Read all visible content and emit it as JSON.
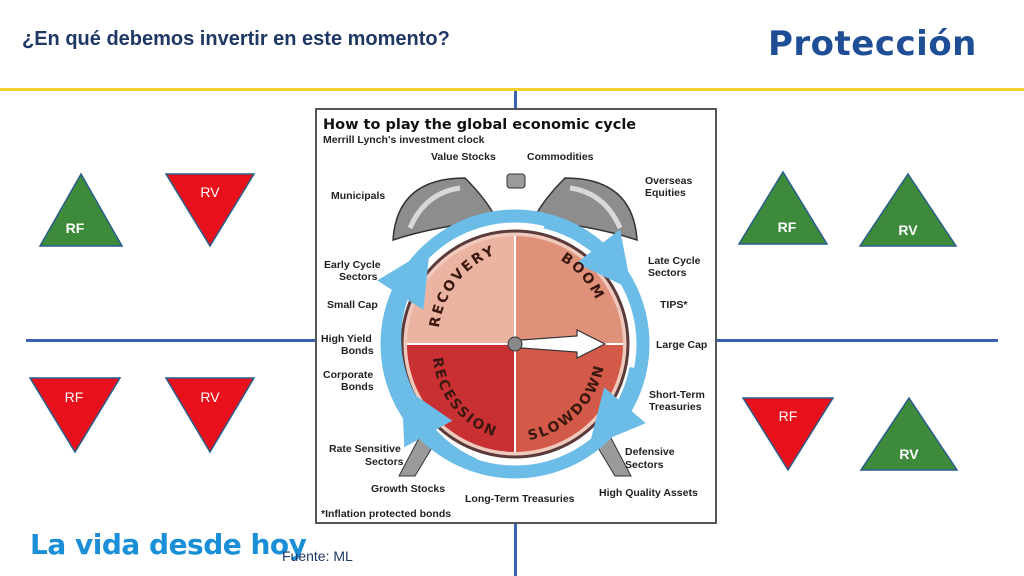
{
  "header": {
    "title": "¿En qué debemos invertir en este momento?",
    "logo_text": "Protección"
  },
  "quadrants": {
    "top_left": {
      "rf": "RF",
      "rv": "RV"
    },
    "top_right": {
      "rf": "RF",
      "rv": "RV"
    },
    "bottom_left": {
      "rf": "RF",
      "rv": "RV"
    },
    "bottom_right": {
      "rf": "RF",
      "rv": "RV"
    }
  },
  "colors": {
    "up_triangle": "#3d8a3a",
    "down_triangle": "#e8111b",
    "axis": "#3a62b3",
    "rule": "#f2d12b",
    "title": "#1f3864",
    "tagline": "#1a8fd8"
  },
  "figure": {
    "title": "How to play the global economic cycle",
    "subtitle": "Merrill Lynch's investment clock",
    "quadrants": {
      "recovery": "RECOVERY",
      "boom": "BOOM",
      "slowdown": "SLOWDOWN",
      "recession": "RECESSION"
    },
    "labels": {
      "value_stocks": "Value Stocks",
      "commodities": "Commodities",
      "overseas_1": "Overseas",
      "overseas_2": "Equities",
      "municipals": "Municipals",
      "early_cycle_1": "Early Cycle",
      "early_cycle_2": "Sectors",
      "late_cycle_1": "Late Cycle",
      "late_cycle_2": "Sectors",
      "small_cap": "Small Cap",
      "tips": "TIPS*",
      "high_yield_1": "High Yield",
      "high_yield_2": "Bonds",
      "large_cap": "Large Cap",
      "corporate_1": "Corporate",
      "corporate_2": "Bonds",
      "short_term_1": "Short-Term",
      "short_term_2": "Treasuries",
      "rate_sensitive_1": "Rate Sensitive",
      "rate_sensitive_2": "Sectors",
      "defensive_1": "Defensive",
      "defensive_2": "Sectors",
      "growth_stocks": "Growth Stocks",
      "long_term": "Long-Term Treasuries",
      "high_quality": "High Quality Assets",
      "footnote": "*Inflation protected bonds"
    }
  },
  "footer": {
    "tagline": "La vida desde hoy",
    "source": "Fuente: ML"
  }
}
